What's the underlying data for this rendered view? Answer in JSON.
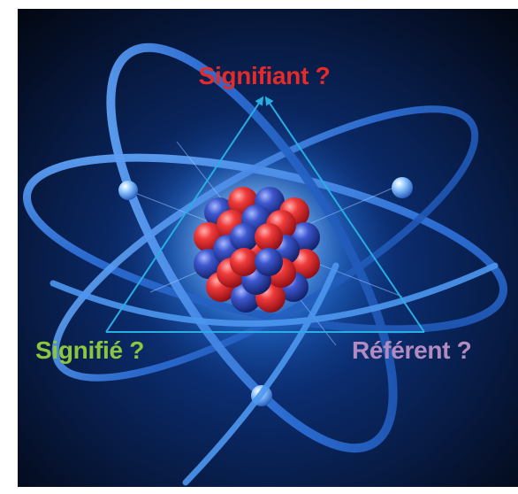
{
  "diagram": {
    "labels": {
      "top": "Signifiant ?",
      "left": "Signifié ?",
      "right": "Référent ?"
    },
    "colors": {
      "top": "#e52a2a",
      "left": "#8cc63f",
      "right": "#b28bc0",
      "triangle": "#27aee5",
      "background": "#051431",
      "nucleus_proton": "#e53a3a",
      "nucleus_neutron": "#3a56c8",
      "orbit": "#3b86e0"
    },
    "icons": {
      "image": "atom-illustration",
      "shape": "triangle-arrows"
    }
  }
}
